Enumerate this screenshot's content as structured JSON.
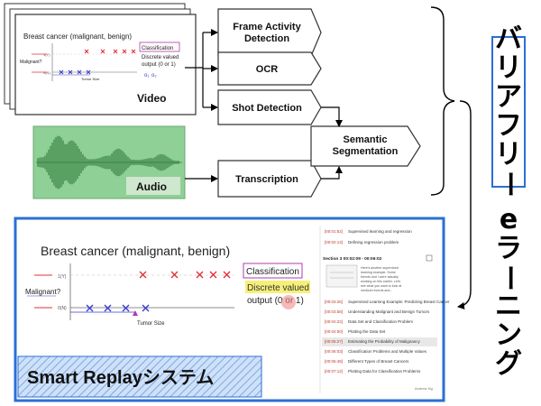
{
  "video": {
    "label": "Video",
    "slide_title": "Breast cancer (malignant, benign)",
    "classification": "Classification",
    "discrete": "Discrete valued",
    "output": "output (0 or 1)",
    "malignant": "Malignant?",
    "tumor_size": "Tumor Size",
    "y1": "1(Y)",
    "y0": "0(N)"
  },
  "audio": {
    "label": "Audio"
  },
  "processes": {
    "frame_activity": [
      "Frame Activity",
      "Detection"
    ],
    "ocr": "OCR",
    "shot_detection": "Shot Detection",
    "transcription": "Transcription",
    "semantic": [
      "Semantic",
      "Segmentation"
    ]
  },
  "replay": {
    "slide_title": "Breast cancer (malignant, benign)",
    "classification": "Classification",
    "discrete": "Discrete valued",
    "output": "output (0 or 1)",
    "malignant": "Malignant?",
    "tumor_size": "Tumor Size",
    "y1": "1(Y)",
    "y0": "0(N)",
    "system_label": "Smart Replayシステム",
    "list_items": [
      "Supervised learning and regression",
      "Defining regression problem",
      "Supervised Learning Example: Predicting Breast Cancer",
      "Understanding Malignant and Benign Tumors",
      "Data Set and Classification Problem",
      "Plotting the Data Set",
      "Estimating the Probability of Malignancy",
      "Classification Problems and Multiple Values",
      "Different Types of Breast Cancers",
      "Plotting Data for Classification Problems"
    ],
    "list_times": [
      "[00:01:52]",
      "[00:02:14]",
      "[00:03:26]",
      "[00:03:58]",
      "[00:04:22]",
      "[00:04:50]",
      "[00:05:27]",
      "[00:06:03]",
      "[00:06:48]",
      "[00:07:12]"
    ],
    "section_title": "Section 3  00:02:09 - 00:06:02",
    "section_text": "Here's another supervised learning example. Some friends and I were actually working on this earlier. Let's see what you want to look at medical records and..."
  },
  "vertical_title": {
    "boxed": [
      "バ",
      "リ",
      "ア",
      "フ",
      "リ",
      "ー"
    ],
    "rest": [
      "e",
      "ラ",
      "ー",
      "ニ",
      "ン",
      "グ"
    ]
  },
  "colors": {
    "accent_blue": "#2a6fd6",
    "audio_green": "#8fd096",
    "waveform": "#2e7a3a",
    "cross_red": "#e0303a",
    "cross_blue": "#3a3ad0",
    "highlight_yellow": "#f6f07a",
    "classification_purple": "#b03ab0"
  }
}
